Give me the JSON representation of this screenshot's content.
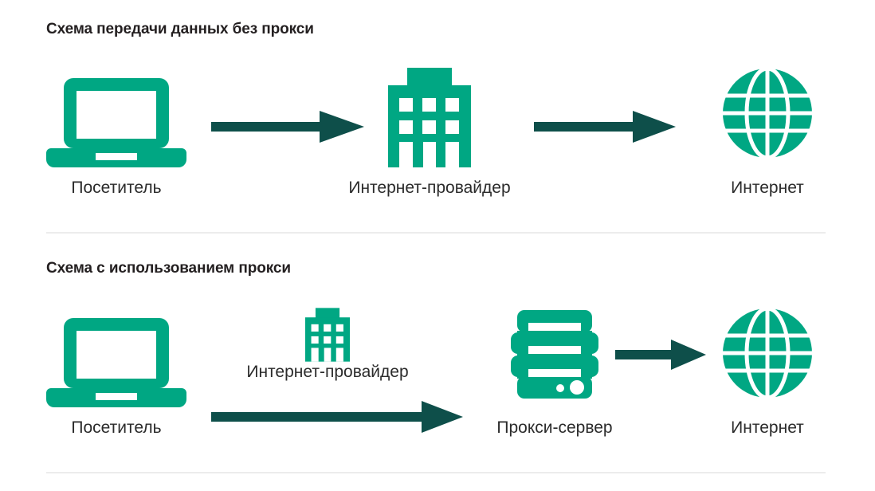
{
  "page": {
    "background_color": "#ffffff",
    "brand_green": "#00a783",
    "arrow_color": "#0e4f4a",
    "text_color": "#231f20",
    "divider_color": "#ececec"
  },
  "sections": [
    {
      "id": "without-proxy",
      "title": "Схема передачи данных без прокси",
      "nodes": [
        {
          "id": "visitor",
          "icon": "laptop-icon",
          "label": "Посетитель"
        },
        {
          "id": "isp",
          "icon": "building-icon",
          "label": "Интернет-провайдер"
        },
        {
          "id": "internet",
          "icon": "globe-icon",
          "label": "Интернет"
        }
      ],
      "arrows": [
        {
          "id": "visitor-to-isp",
          "icon": "arrow-right-icon",
          "from": "visitor",
          "to": "isp"
        },
        {
          "id": "isp-to-internet",
          "icon": "arrow-right-icon",
          "from": "isp",
          "to": "internet"
        }
      ]
    },
    {
      "id": "with-proxy",
      "title": "Схема с использованием прокси",
      "nodes": [
        {
          "id": "visitor",
          "icon": "laptop-icon",
          "label": "Посетитель"
        },
        {
          "id": "isp",
          "icon": "building-icon",
          "label": "Интернет-провайдер"
        },
        {
          "id": "proxy",
          "icon": "server-icon",
          "label": "Прокси-сервер"
        },
        {
          "id": "internet",
          "icon": "globe-icon",
          "label": "Интернет"
        }
      ],
      "arrows": [
        {
          "id": "visitor-to-proxy",
          "icon": "arrow-right-icon",
          "from": "visitor",
          "to": "proxy"
        },
        {
          "id": "proxy-to-internet",
          "icon": "arrow-right-icon",
          "from": "proxy",
          "to": "internet"
        }
      ]
    }
  ]
}
